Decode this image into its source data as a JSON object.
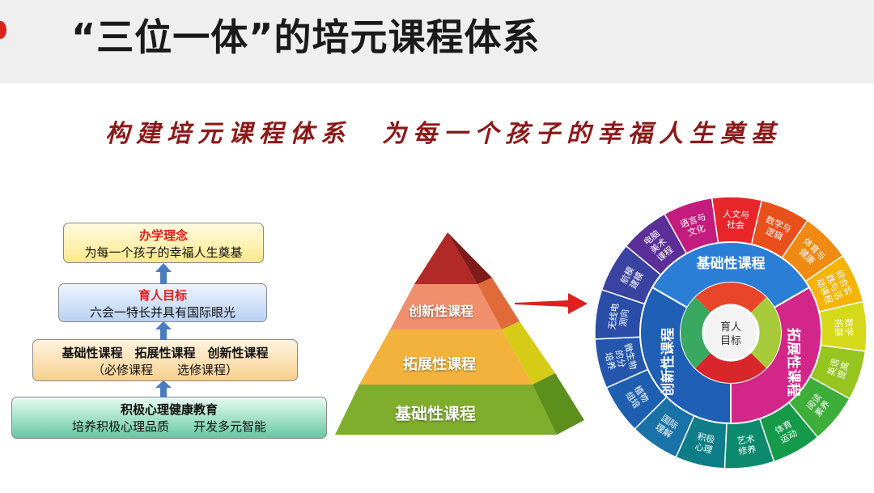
{
  "title": "“三位一体”的培元课程体系",
  "slogan": "构建培元课程体系　为每一个孩子的幸福人生奠基",
  "left_diagram": {
    "philosophy": {
      "title": "办学理念",
      "text": "为每一个孩子的幸福人生奠基"
    },
    "goal": {
      "title": "育人目标",
      "text": "六会一特长并具有国际眼光"
    },
    "courses": {
      "title": "基础性课程　拓展性课程　创新性课程",
      "text": "（必修课程　　选修课程）"
    },
    "psychology": {
      "title": "积极心理健康教育",
      "text": "培养积极心理品质　　开发多元智能"
    }
  },
  "pyramid": {
    "top": "创新性课程",
    "middle": "拓展性课程",
    "bottom": "基础性课程"
  },
  "wheel": {
    "center": "育人\n目标",
    "ring": [
      "基础性课程",
      "拓展性课程",
      "创新性课程"
    ],
    "outer": [
      "人文与\n社会",
      "数学与\n逻辑",
      "体育与\n健康",
      "综合实\n践与活\n动课程",
      "数学\n拓展",
      "英语\n提高",
      "阅读\n素养",
      "体育\n运动",
      "艺术\n修养",
      "积极\n心理",
      "国际\n理解",
      "植物\n组培",
      "微生物\n的分\n培养",
      "无线电\n测向",
      "航模\n建模",
      "电脑\n美术\n课程",
      "语言与\n文化"
    ],
    "colors": {
      "outer": [
        "#e8262a",
        "#e9501c",
        "#f08a12",
        "#f6b400",
        "#d6d81a",
        "#95c51e",
        "#3eae3a",
        "#149a48",
        "#0d8a6e",
        "#0d7d87",
        "#1973a8",
        "#1e5fb0",
        "#2456ad",
        "#2a4da7",
        "#3a43a0",
        "#5b2e98",
        "#c41c7e"
      ],
      "ring": [
        "#2a7ed6",
        "#d22688",
        "#1f5fb6"
      ],
      "inner": [
        "#e8452a",
        "#a8cb3b",
        "#d8262a",
        "#39a860"
      ]
    }
  }
}
